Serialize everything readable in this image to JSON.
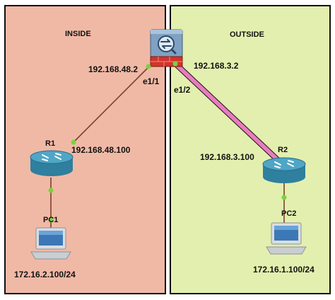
{
  "zones": {
    "inside": {
      "label": "INSIDE",
      "fill": "#f0b9a6"
    },
    "outside": {
      "label": "OUTSIDE",
      "fill": "#e3efae"
    }
  },
  "firewall": {
    "icon": "firewall-asa-icon",
    "inside_ip": "192.168.48.2",
    "outside_ip": "192.168.3.2",
    "inside_if": "e1/1",
    "outside_if": "e1/2"
  },
  "routers": {
    "r1": {
      "name": "R1",
      "ip": "192.168.48.100",
      "icon": "router-icon"
    },
    "r2": {
      "name": "R2",
      "ip": "192.168.3.100",
      "icon": "router-icon"
    }
  },
  "pcs": {
    "pc1": {
      "name": "PC1",
      "ip": "172.16.2.100/24",
      "icon": "pc-icon"
    },
    "pc2": {
      "name": "PC2",
      "ip": "172.16.1.100/24",
      "icon": "pc-icon"
    }
  },
  "colors": {
    "inside_link": "#7a4030",
    "outside_link": "#e97bbf",
    "port_dot": "#7cd23a",
    "router_body": "#2f7f9f",
    "router_top": "#4fa6c6"
  }
}
